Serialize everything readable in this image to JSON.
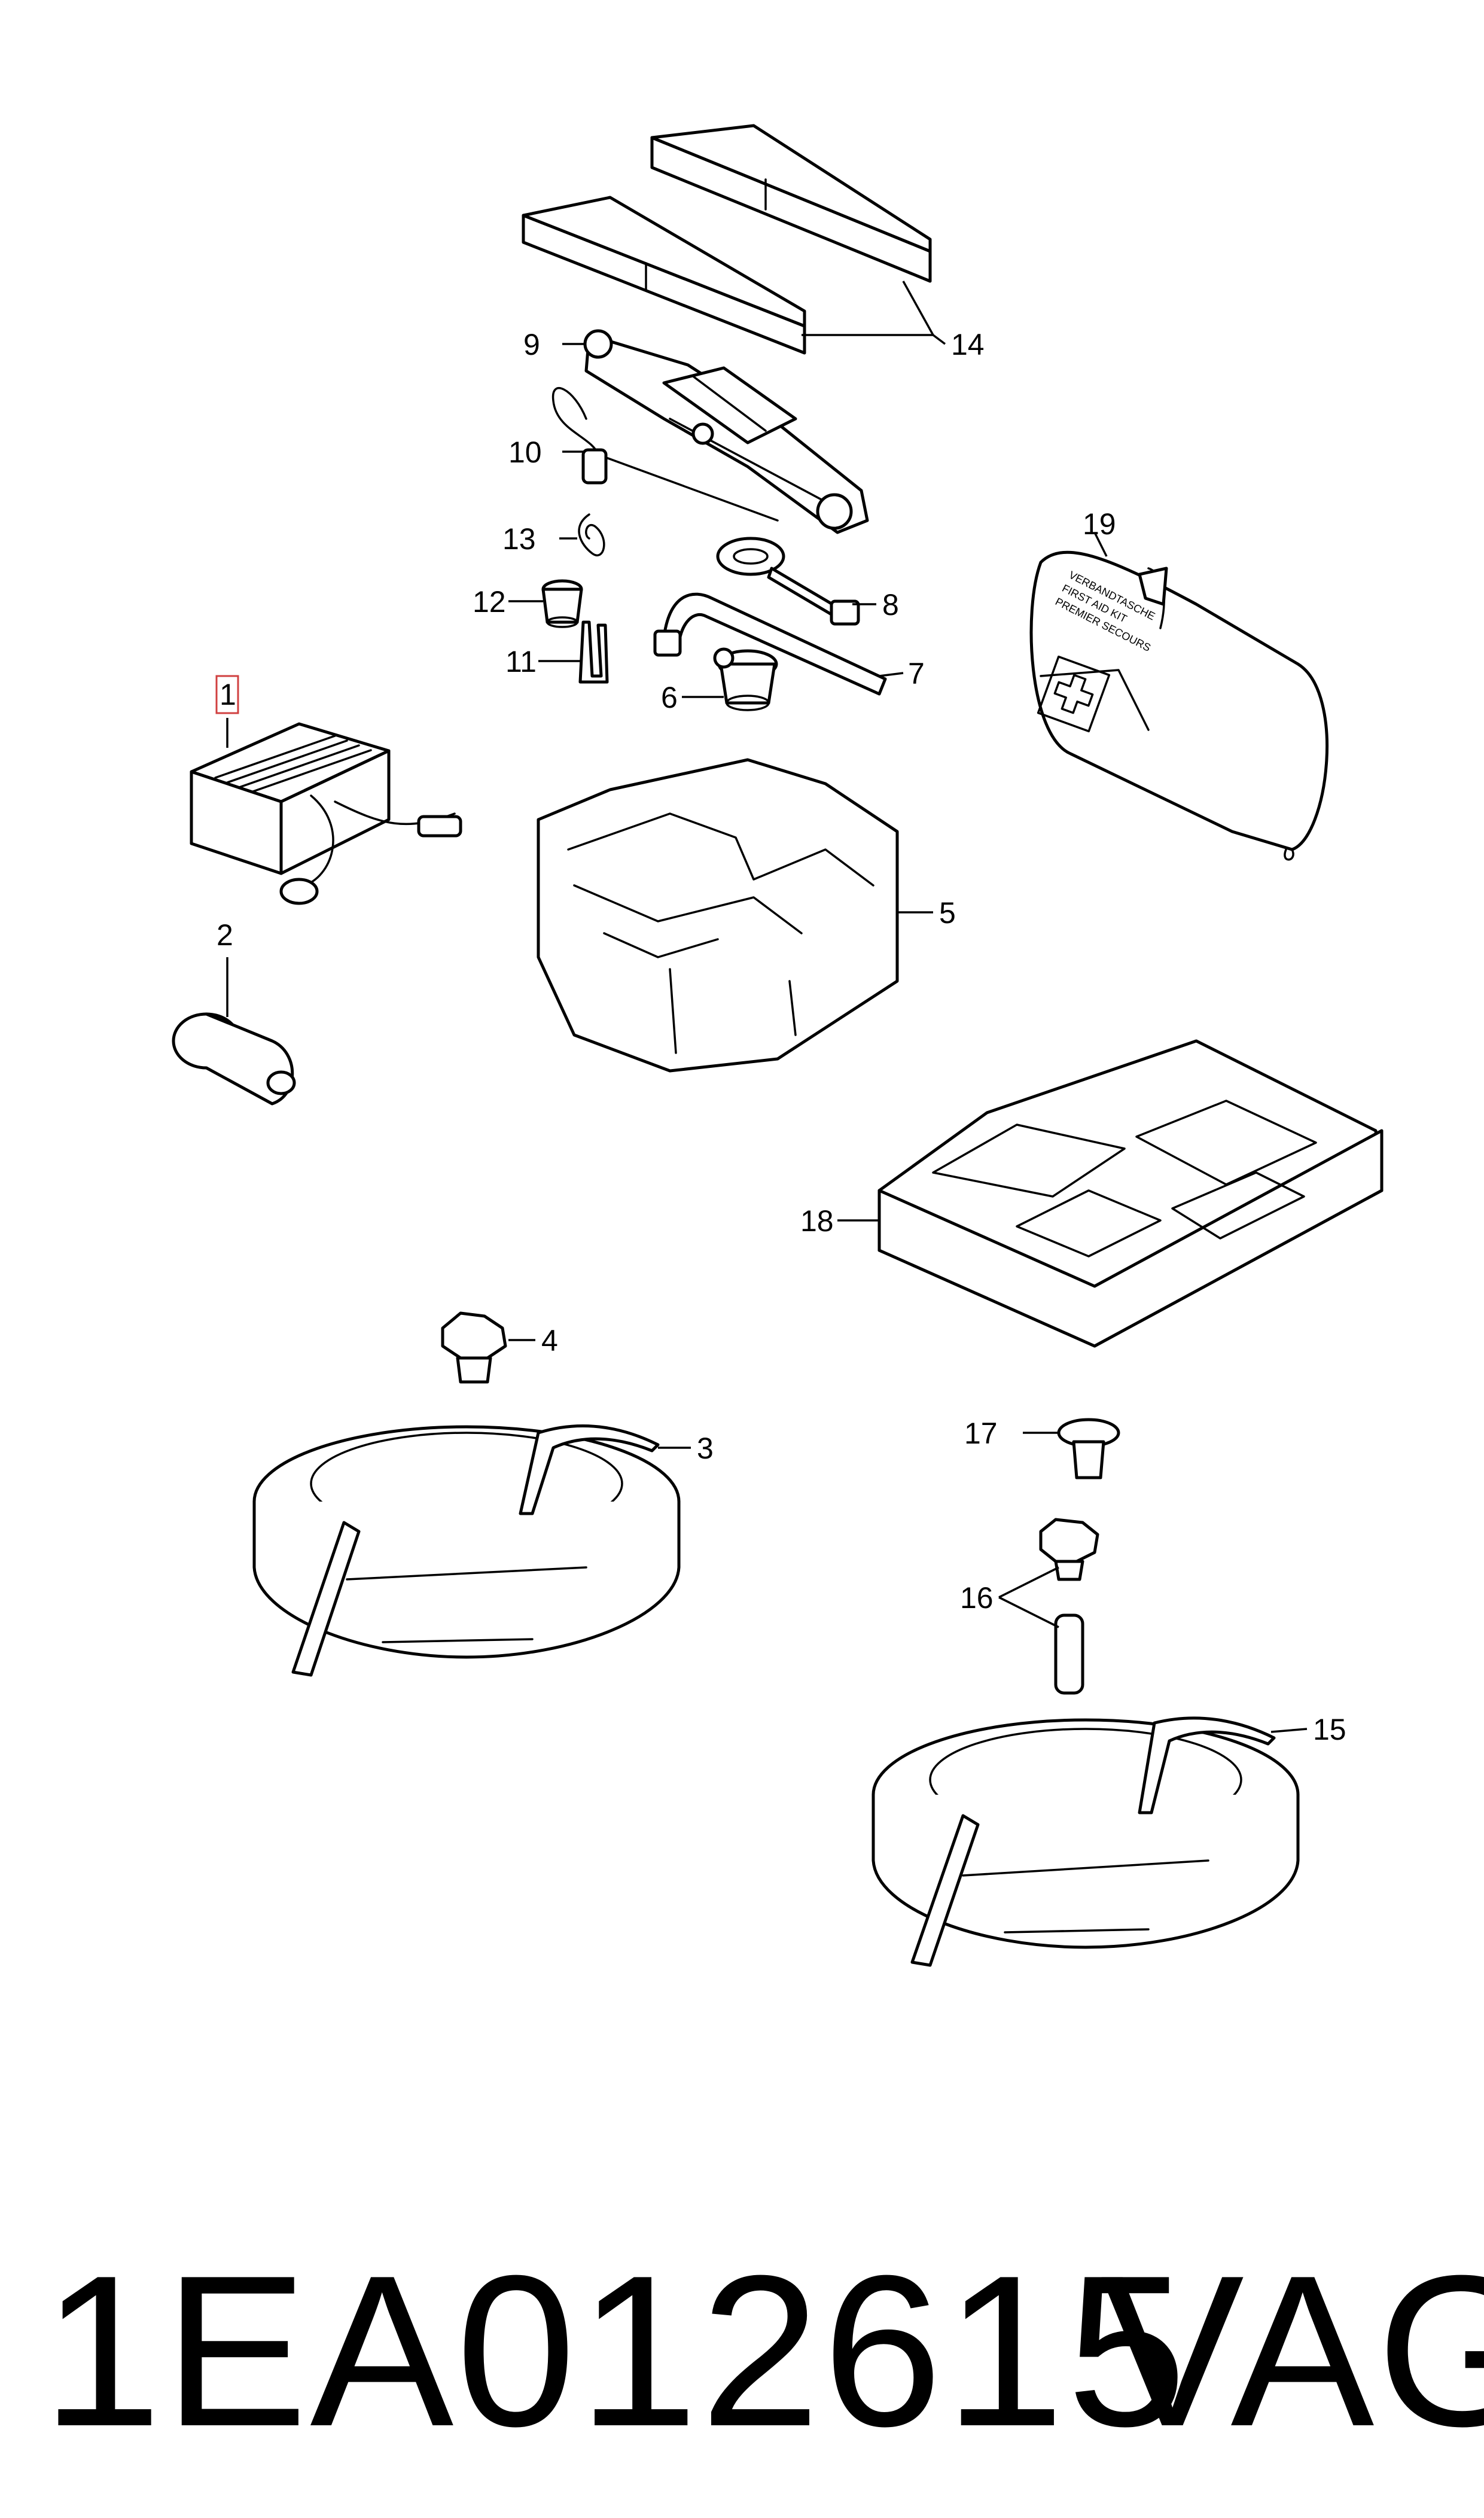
{
  "callouts": {
    "c1": "1",
    "c2": "2",
    "c3": "3",
    "c4": "4",
    "c5": "5",
    "c6": "6",
    "c7": "7",
    "c8": "8",
    "c9": "9",
    "c10": "10",
    "c11": "11",
    "c12": "12",
    "c13": "13",
    "c14": "14",
    "c15": "15",
    "c16": "16",
    "c17": "17",
    "c18": "18",
    "c19": "19"
  },
  "first_aid_bag_text": [
    "VERBANDTASCHE",
    "FIRST AID KIT",
    "PREMIER SECOURS"
  ],
  "highlight_color": "#d04040",
  "footer": {
    "part_number": "1EA012615",
    "brand": "VAG"
  }
}
